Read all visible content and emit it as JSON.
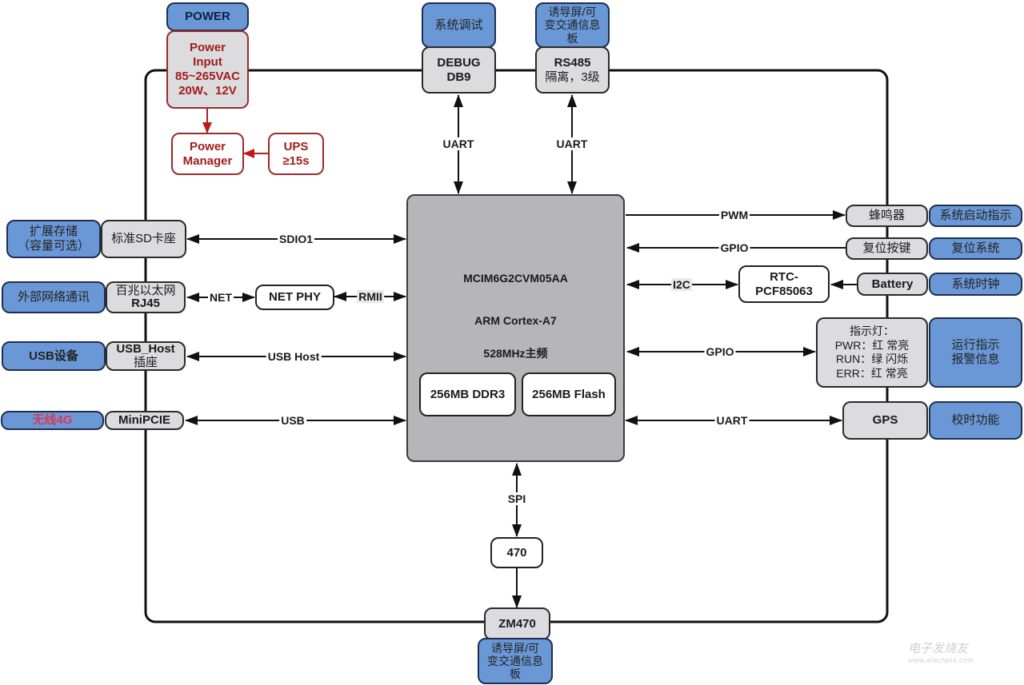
{
  "title": "MCIM6G2CVM05AA system block diagram",
  "colors": {
    "external_block": "#6a98d6",
    "interface_block": "#dcdcdf",
    "mcu_block": "#b6b6b9",
    "power_text": "#a11c1c",
    "wire": "#111111"
  },
  "power": {
    "header": "POWER",
    "input_lines": [
      "Power",
      "Input",
      "85~265VAC",
      "20W、12V"
    ],
    "manager_lines": [
      "Power",
      "Manager"
    ],
    "ups_lines": [
      "UPS",
      "≥15s"
    ]
  },
  "top": {
    "debug": {
      "function": "系统调试",
      "interface_lines": [
        "DEBUG",
        "DB9"
      ],
      "bus": "UART"
    },
    "rs485": {
      "function_lines": [
        "诱导屏/可",
        "变交通信息",
        "板"
      ],
      "interface_lines": [
        "RS485",
        "隔离，3级"
      ],
      "bus": "UART"
    }
  },
  "mcu": {
    "part_number": "MCIM6G2CVM05AA",
    "core": "ARM Cortex-A7",
    "frequency": "528MHz主频",
    "memory": [
      "256MB DDR3",
      "256MB Flash"
    ]
  },
  "left": [
    {
      "function_lines": [
        "扩展存储",
        "（容量可选）"
      ],
      "interface_lines": [
        "标准SD卡座"
      ],
      "bus": "SDIO1"
    },
    {
      "function_lines": [
        "外部网络通讯"
      ],
      "interface_lines": [
        "百兆以太网",
        "RJ45"
      ],
      "bus": "NET",
      "phy": "NET PHY",
      "phy_bus": "RMII"
    },
    {
      "function_lines": [
        "USB设备"
      ],
      "interface_lines": [
        "USB_Host",
        "插座"
      ],
      "bus": "USB Host"
    },
    {
      "function_lines": [
        "无线4G"
      ],
      "interface_lines": [
        "MiniPCIE"
      ],
      "bus": "USB"
    }
  ],
  "right": [
    {
      "interface": "蜂鸣器",
      "function": "系统启动指示",
      "bus": "PWM"
    },
    {
      "interface": "复位按键",
      "function": "复位系统",
      "bus": "GPIO"
    },
    {
      "interface": "Battery",
      "function": "系统时钟",
      "bus": "I2C",
      "rtc_lines": [
        "RTC-",
        "PCF85063"
      ]
    },
    {
      "interface_lines": [
        "指示灯：",
        "PWR：红 常亮",
        "RUN：绿 闪烁",
        "ERR：红 常亮"
      ],
      "function_lines": [
        "运行指示",
        "报警信息"
      ],
      "bus": "GPIO"
    },
    {
      "interface": "GPS",
      "function": "校时功能",
      "bus": "UART"
    }
  ],
  "bottom": {
    "bus": "SPI",
    "module": "470",
    "interface": "ZM470",
    "function_lines": [
      "诱导屏/可",
      "变交通信息",
      "板"
    ]
  },
  "watermark": {
    "brand": "电子发烧友",
    "url": "www.elecfans.com"
  }
}
